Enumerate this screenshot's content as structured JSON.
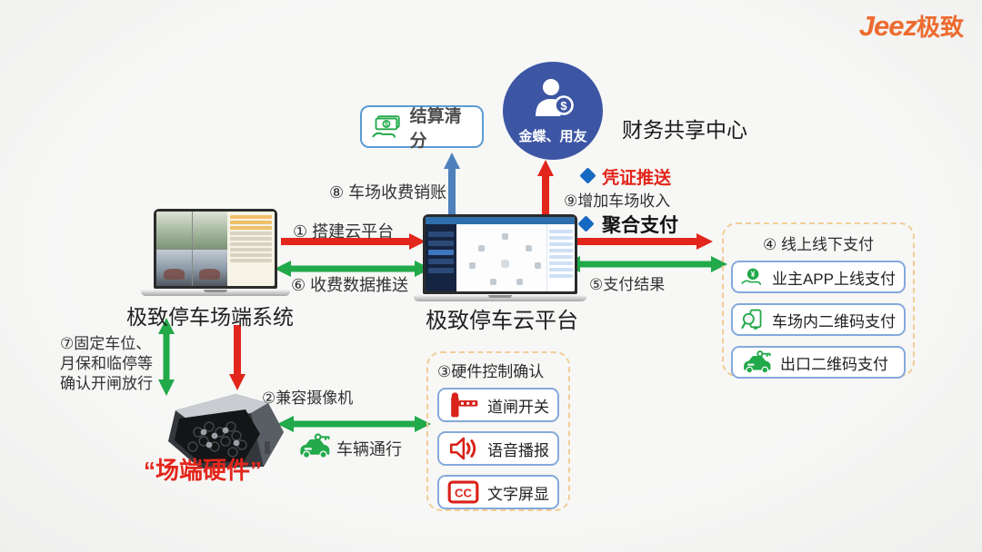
{
  "logo": {
    "jeez": "Jeez",
    "cn": "极致"
  },
  "finance": {
    "settle_label": "结算清分",
    "circle_label": "金蝶、用友",
    "center_title": "财务共享中心"
  },
  "systems": {
    "field_system": "极致停车场端系统",
    "cloud_platform": "极致停车云平台",
    "hardware_label": "“场端硬件”"
  },
  "flows": {
    "f1": "① 搭建云平台",
    "f2": "②兼容摄像机",
    "f5": "⑤支付结果",
    "f6": "⑥ 收费数据推送",
    "f7_line1": "⑦固定车位、",
    "f7_line2": "月保和临停等",
    "f7_line3": "确认开闸放行",
    "f8": "⑧ 车场收费销账",
    "f9": "⑨增加车场收入",
    "voucher": "凭证推送",
    "aggregate": "聚合支付",
    "vehicle_pass": "车辆通行"
  },
  "payment": {
    "title": "④ 线上线下支付",
    "items": [
      "业主APP上线支付",
      "车场内二维码支付",
      "出口二维码支付"
    ]
  },
  "hardware": {
    "title": "③硬件控制确认",
    "items": [
      "道闸开关",
      "语音播报",
      "文字屏显"
    ]
  },
  "colors": {
    "arrow_red": "#E3261B",
    "arrow_green": "#21A94A",
    "arrow_blue": "#4E80BC",
    "diamond_blue": "#1669C1",
    "circle_blue": "#3D56A4",
    "logo_orange": "#ED6B2F",
    "box_border_blue": "#85A9DB",
    "dashed_border": "#F2CD96",
    "icon_green": "#21A94A",
    "icon_red": "#D8221A"
  }
}
